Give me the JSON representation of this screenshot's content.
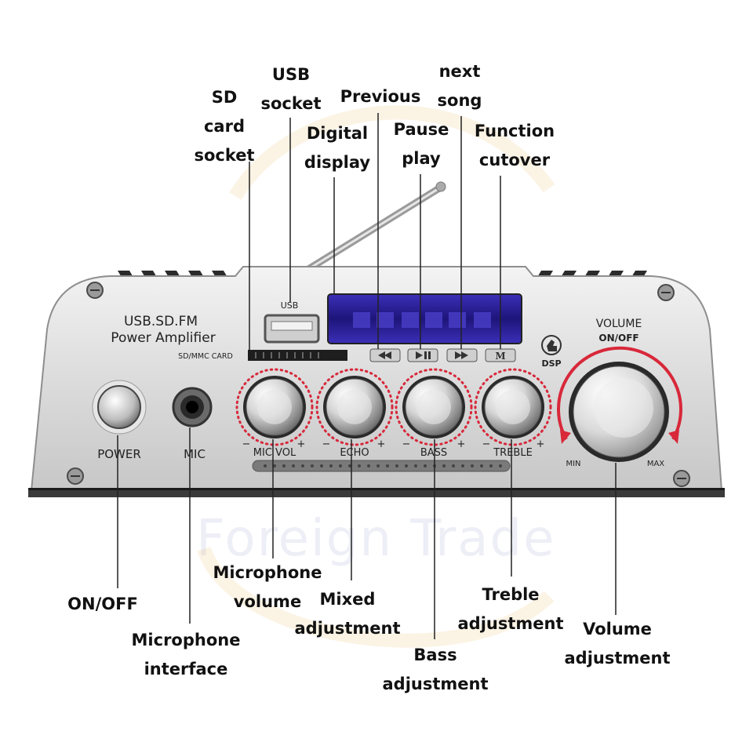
{
  "panel": {
    "brand_line1": "USB.SD.FM",
    "brand_line2": "Power Amplifier",
    "usb_label": "USB",
    "sd_label": "SD/MMC CARD",
    "dsp_label": "DSP",
    "volume_label": "VOLUME",
    "volume_onoff": "ON/OFF",
    "vol_min": "MIN",
    "vol_max": "MAX",
    "power_label": "POWER",
    "mic_label": "MIC",
    "knobs": [
      {
        "label": "MIC VOL",
        "minus": "−",
        "plus": "+"
      },
      {
        "label": "ECHO",
        "minus": "−",
        "plus": "+"
      },
      {
        "label": "BASS",
        "minus": "−",
        "plus": "+"
      },
      {
        "label": "TREBLE",
        "minus": "−",
        "plus": "+"
      }
    ],
    "button_glyphs": [
      "⏮",
      "▶❙",
      "⏭",
      "M"
    ],
    "colors": {
      "brand_red": "#c8322d",
      "display_blue": "#2a1f9c",
      "accent_red": "#d8283a"
    }
  },
  "callouts": {
    "sd_card": [
      "SD",
      "card",
      "socket"
    ],
    "usb_socket": [
      "USB",
      "socket"
    ],
    "digital_display": [
      "Digital",
      "display"
    ],
    "previous": [
      "Previous"
    ],
    "pause_play": [
      "Pause",
      "play"
    ],
    "next_song": [
      "next",
      "song"
    ],
    "function_cutover": [
      "Function",
      "cutover"
    ],
    "on_off": [
      "ON/OFF"
    ],
    "microphone_interface": [
      "Microphone",
      "interface"
    ],
    "microphone_volume": [
      "Microphone",
      "volume"
    ],
    "mixed_adjustment": [
      "Mixed",
      "adjustment"
    ],
    "bass_adjustment": [
      "Bass",
      "adjustment"
    ],
    "treble_adjustment": [
      "Treble",
      "adjustment"
    ],
    "volume_adjustment": [
      "Volume",
      "adjustment"
    ]
  }
}
